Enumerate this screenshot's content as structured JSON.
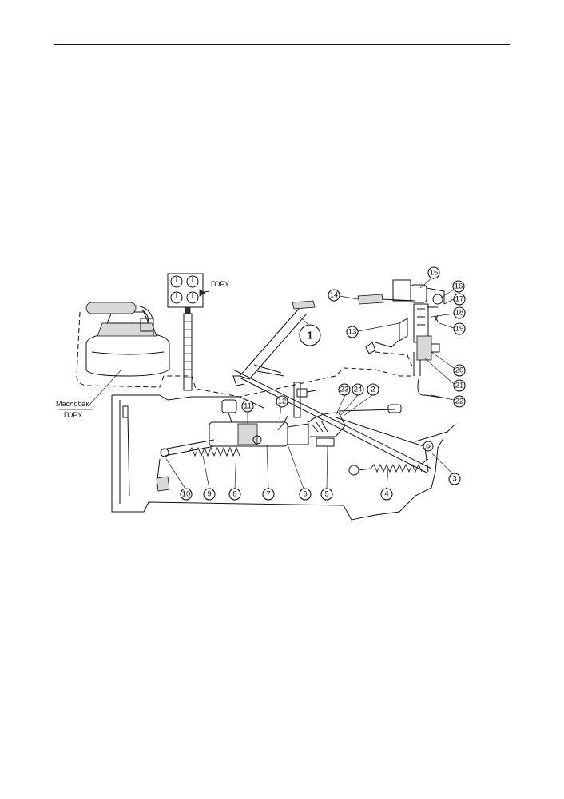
{
  "diagram": {
    "labels": {
      "gory_top": "ГОРУ",
      "tank_line1": "Маслобак",
      "tank_line2": "ГОРУ"
    },
    "callouts": [
      "1",
      "2",
      "3",
      "4",
      "5",
      "6",
      "7",
      "8",
      "9",
      "10",
      "11",
      "12",
      "13",
      "14",
      "15",
      "16",
      "17",
      "18",
      "19",
      "20",
      "21",
      "22",
      "23",
      "24"
    ]
  }
}
